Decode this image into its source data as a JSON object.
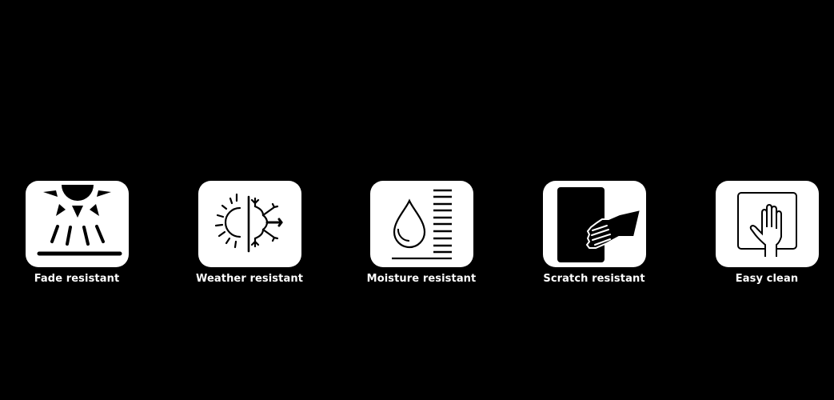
{
  "background_color": "#000000",
  "tile_color": "#ffffff",
  "features": [
    {
      "label": "Fade resistant",
      "icon": "sun-rays-icon"
    },
    {
      "label": "Weather resistant",
      "icon": "sun-snowflake-icon"
    },
    {
      "label": "Moisture resistant",
      "icon": "water-drop-icon"
    },
    {
      "label": "Scratch resistant",
      "icon": "hand-scratch-icon"
    },
    {
      "label": "Easy clean",
      "icon": "hand-wipe-icon"
    }
  ]
}
